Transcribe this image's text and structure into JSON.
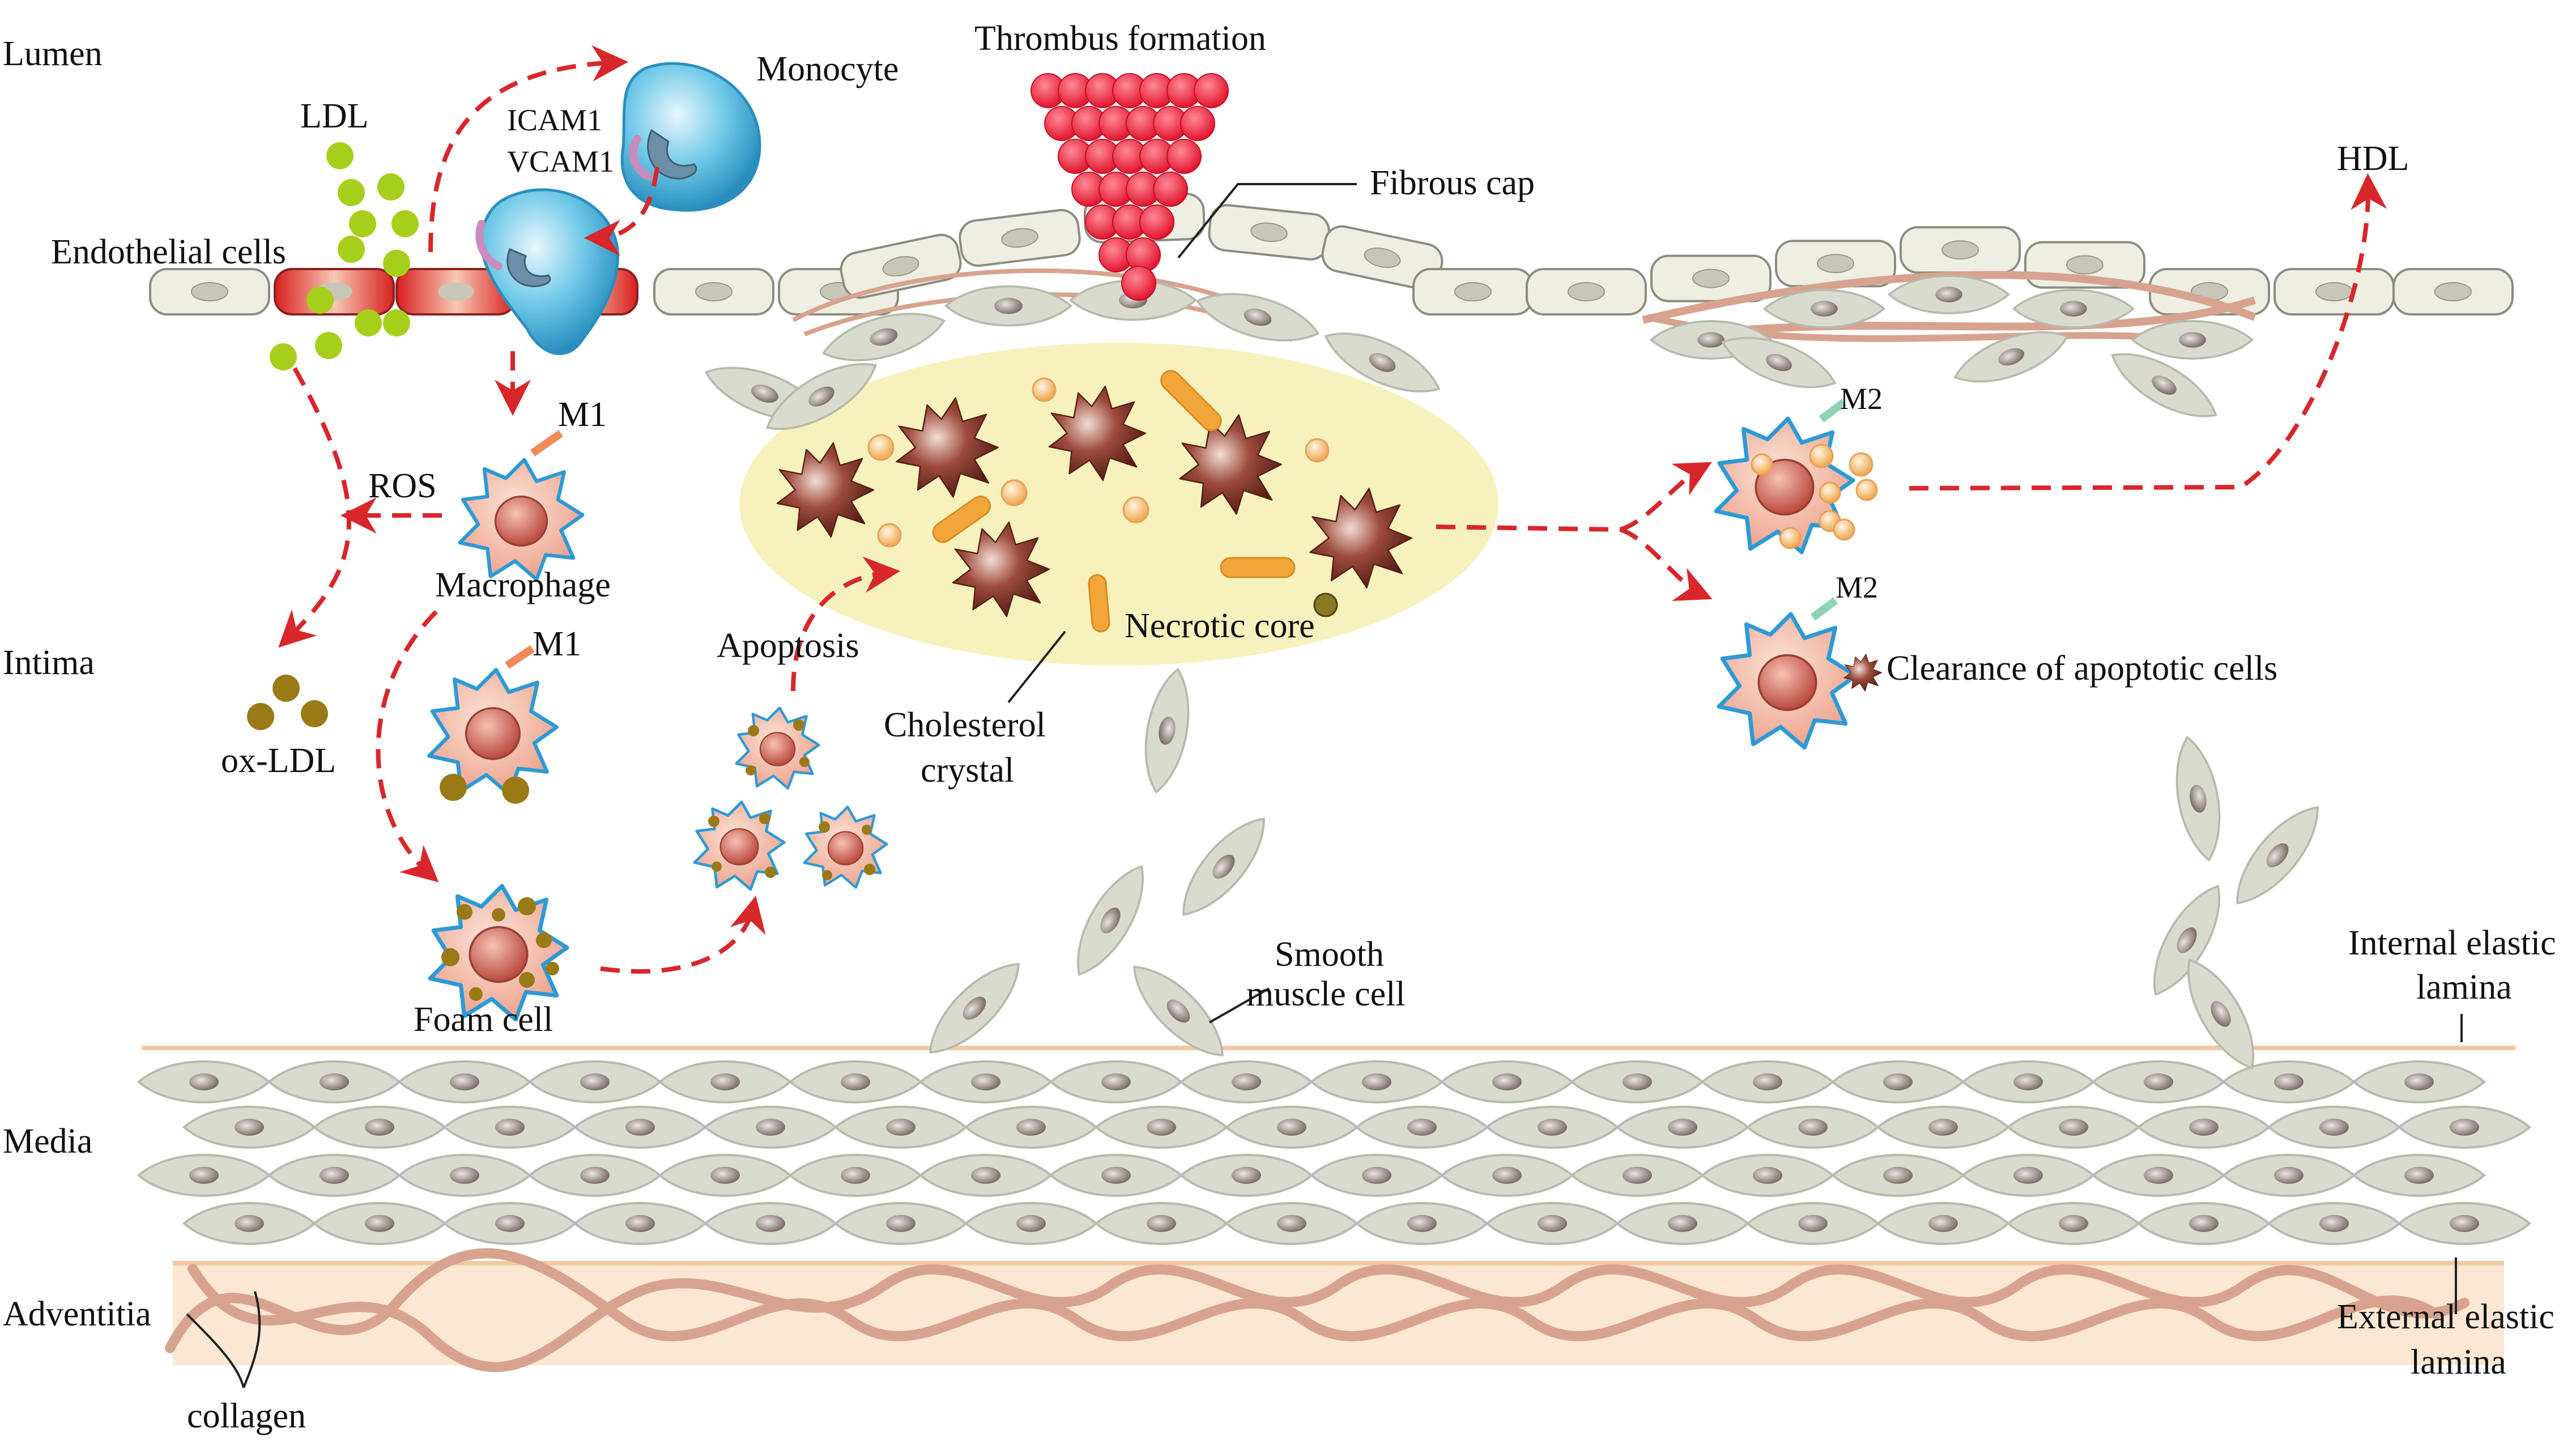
{
  "layers": {
    "lumen": "Lumen",
    "intima": "Intima",
    "media": "Media",
    "adventitia": "Adventitia"
  },
  "labels": {
    "ldl": "LDL",
    "monocyte": "Monocyte",
    "icam1": "ICAM1",
    "vcam1": "VCAM1",
    "thrombus": "Thrombus formation",
    "fibrous_cap": "Fibrous cap",
    "hdl": "HDL",
    "endothelial": "Endothelial cells",
    "m1_a": "M1",
    "m1_b": "M1",
    "ros": "ROS",
    "macrophage": "Macrophage",
    "ox_ldl": "ox-LDL",
    "foam_cell": "Foam cell",
    "apoptosis": "Apoptosis",
    "cholesterol": "Cholesterol",
    "crystal": "crystal",
    "necrotic_core": "Necrotic core",
    "m2_a": "M2",
    "m2_b": "M2",
    "clearance": "Clearance of apoptotic cells",
    "smooth": "Smooth",
    "muscle_cell": "muscle cell",
    "internal_elastic": "Internal elastic",
    "internal_lamina": "lamina",
    "external_elastic": "External elastic",
    "external_lamina": "lamina",
    "collagen": "collagen"
  },
  "colors": {
    "arrow": "#d9262b",
    "thrombus": "#e5253a",
    "necrotic": "#f7f2bd",
    "macrophage_fill": "#f0b7a4",
    "macrophage_edge": "#2d9ad6",
    "smc_fill": "#d9dbcf",
    "endothelial_fill": "#eeeee3",
    "activated_endothelial": "#e7574a",
    "ldl": "#a6cf1b",
    "oxldl": "#9a7a17",
    "crystal": "#f2a63a",
    "lipid_droplet": "#f7c27d",
    "collagen": "#d7a38f",
    "adventitia": "#fbe7d3",
    "monocyte": "#6ec8e8"
  }
}
